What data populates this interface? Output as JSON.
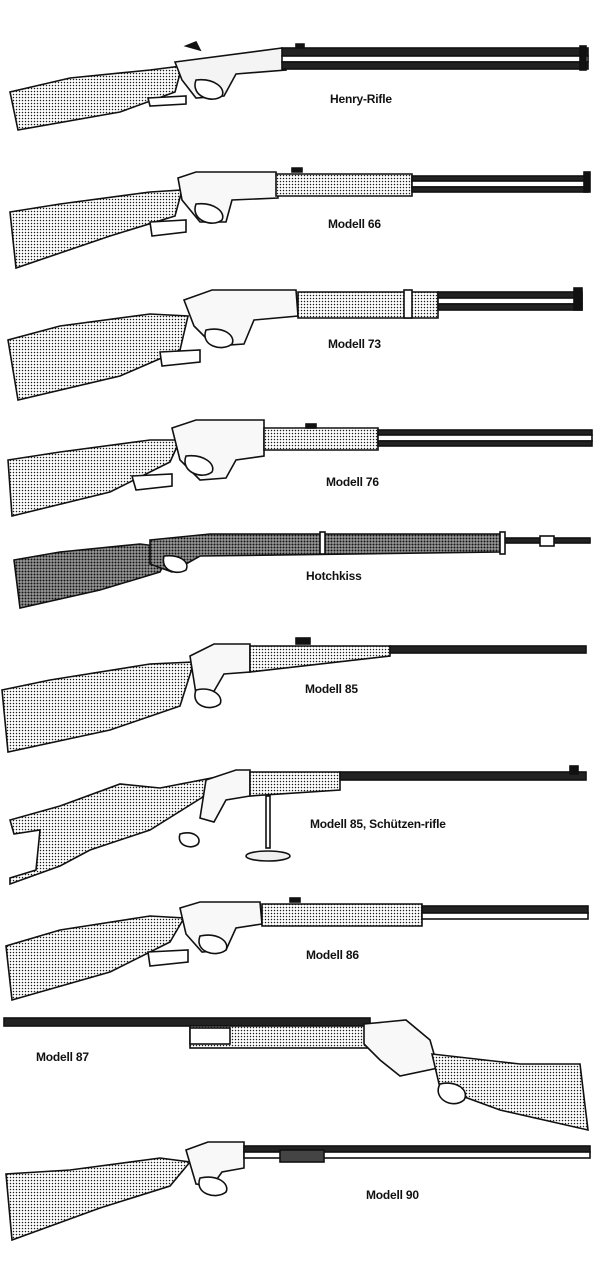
{
  "rifles": [
    {
      "label": "Henry-Rifle"
    },
    {
      "label": "Modell 66"
    },
    {
      "label": "Modell 73"
    },
    {
      "label": "Modell 76"
    },
    {
      "label": "Hotchkiss"
    },
    {
      "label": "Modell 85"
    },
    {
      "label": "Modell 85, Schützen-rifle"
    },
    {
      "label": "Modell 86"
    },
    {
      "label": "Modell 87"
    },
    {
      "label": "Modell 90"
    }
  ]
}
